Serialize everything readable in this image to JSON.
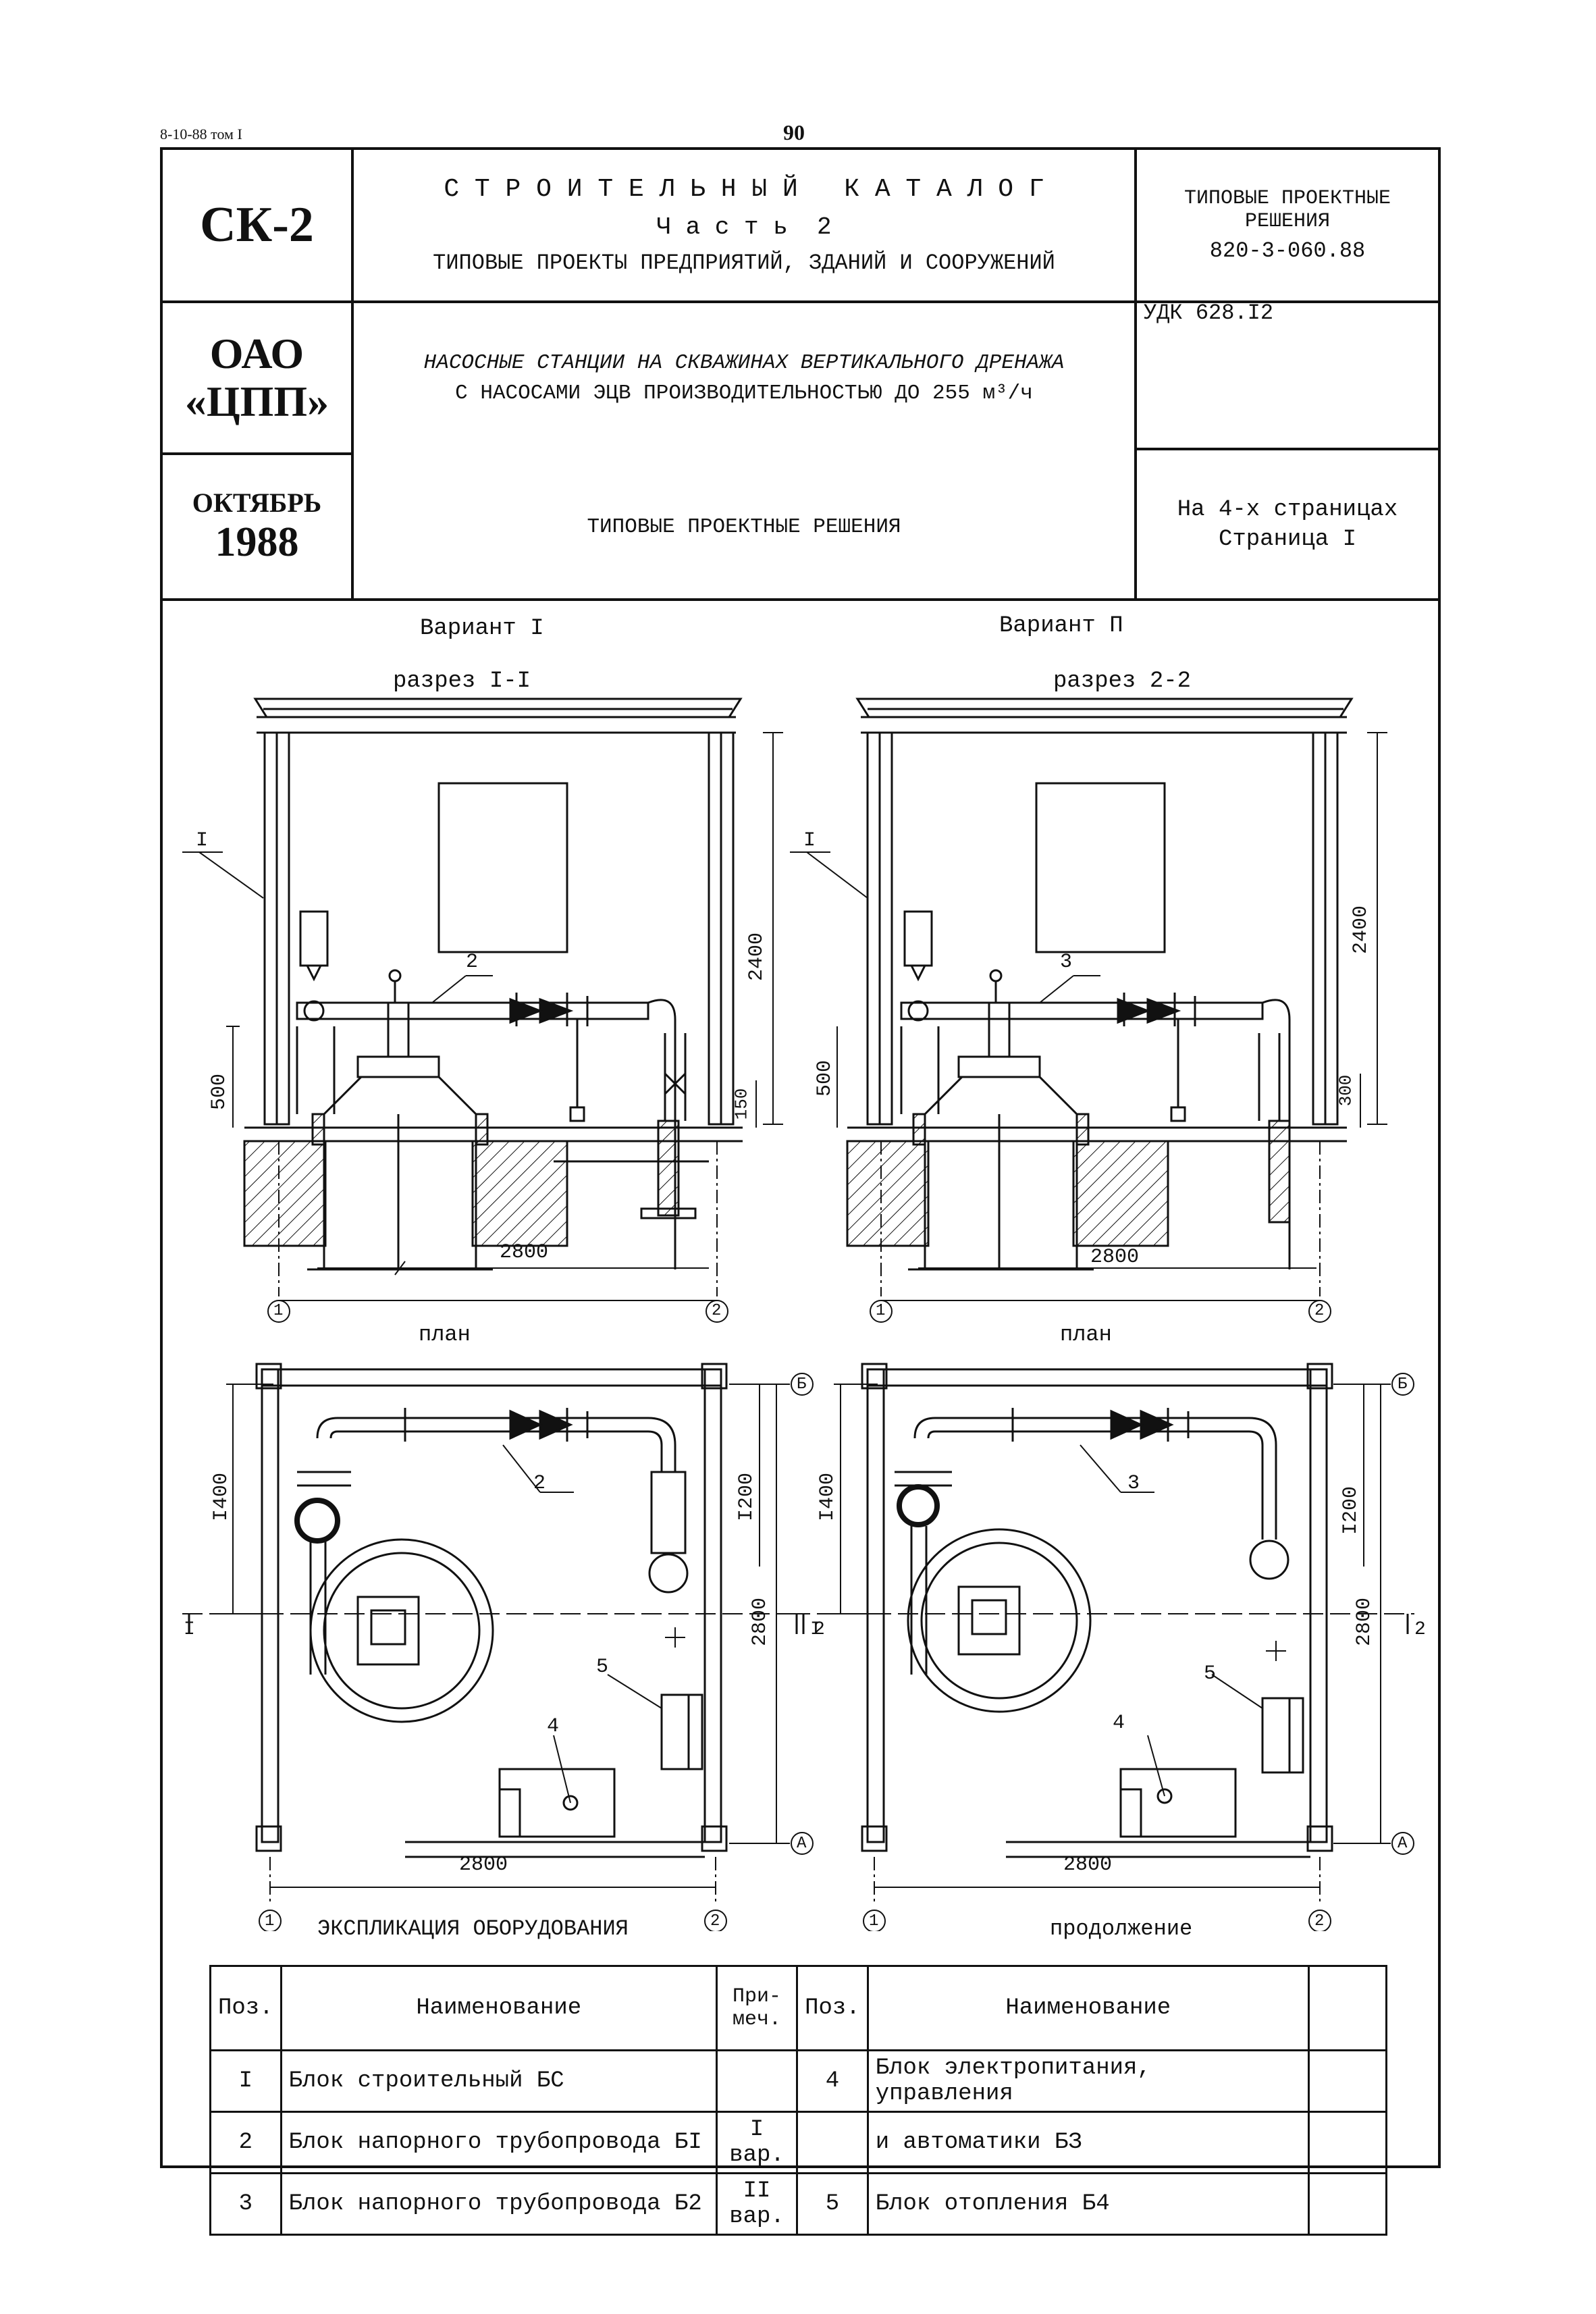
{
  "page": {
    "doc_ref": "8-10-88 том I",
    "page_number": "90"
  },
  "header": {
    "code": "СК-2",
    "org_line1": "ОАО",
    "org_line2": "«ЦПП»",
    "month": "ОКТЯБРЬ",
    "year": "1988",
    "catalog_title": "С Т Р О И Т Е Л Ь Н Ы Й   К А Т А Л О Г",
    "catalog_part": "Ч а с т ь  2",
    "catalog_subtitle": "ТИПОВЫЕ ПРОЕКТЫ ПРЕДПРИЯТИЙ, ЗДАНИЙ И СООРУЖЕНИЙ",
    "solutions_line1": "ТИПОВЫЕ ПРОЕКТНЫЕ",
    "solutions_line2": "РЕШЕНИЯ",
    "solutions_number": "820-3-060.88",
    "topic_line1": "НАСОСНЫЕ СТАНЦИИ НА СКВАЖИНАХ ВЕРТИКАЛЬНОГО ДРЕНАЖА",
    "topic_line2": "С НАСОСАМИ ЭЦВ ПРОИЗВОДИТЕЛЬНОСТЬЮ ДО 255 м³/ч",
    "udk": "УДК 628.I2",
    "doc_type": "ТИПОВЫЕ ПРОЕКТНЫЕ РЕШЕНИЯ",
    "pages_total": "На 4-х страницах",
    "page_label": "Страница I"
  },
  "drawings": {
    "variant_1_title": "Вариант I",
    "variant_2_title": "Вариант П",
    "section_1_title": "разрез I-I",
    "section_2_title": "разрез 2-2",
    "plan_label": "план",
    "dim_width": "2800",
    "dim_height": "2400",
    "dim_500": "500",
    "dim_150": "150",
    "dim_300": "300",
    "dim_1400": "I400",
    "dim_1200": "I200",
    "axis_1": "1",
    "axis_2": "2",
    "axis_A": "А",
    "axis_B": "Б",
    "section_mark_1": "I",
    "section_mark_2": "2",
    "pos_1": "I",
    "pos_2": "2",
    "pos_3": "3",
    "pos_4": "4",
    "pos_5": "5"
  },
  "explication": {
    "title": "ЭКСПЛИКАЦИЯ ОБОРУДОВАНИЯ",
    "continuation": "продолжение",
    "headers": {
      "pos": "Поз.",
      "name": "Наименование",
      "note": "При-меч.",
      "pos2": "Поз.",
      "name2": "Наименование"
    },
    "rows": [
      {
        "pos": "I",
        "name": "Блок строительный БС",
        "note": "",
        "pos2": "4",
        "name2": "Блок электропитания, управления"
      },
      {
        "pos": "2",
        "name": "Блок напорного трубопровода БI",
        "note": "I вар.",
        "pos2": "",
        "name2": "и автоматики БЗ"
      },
      {
        "pos": "3",
        "name": "Блок напорного трубопровода Б2",
        "note": "II вар.",
        "pos2": "5",
        "name2": "Блок отопления Б4"
      }
    ]
  }
}
